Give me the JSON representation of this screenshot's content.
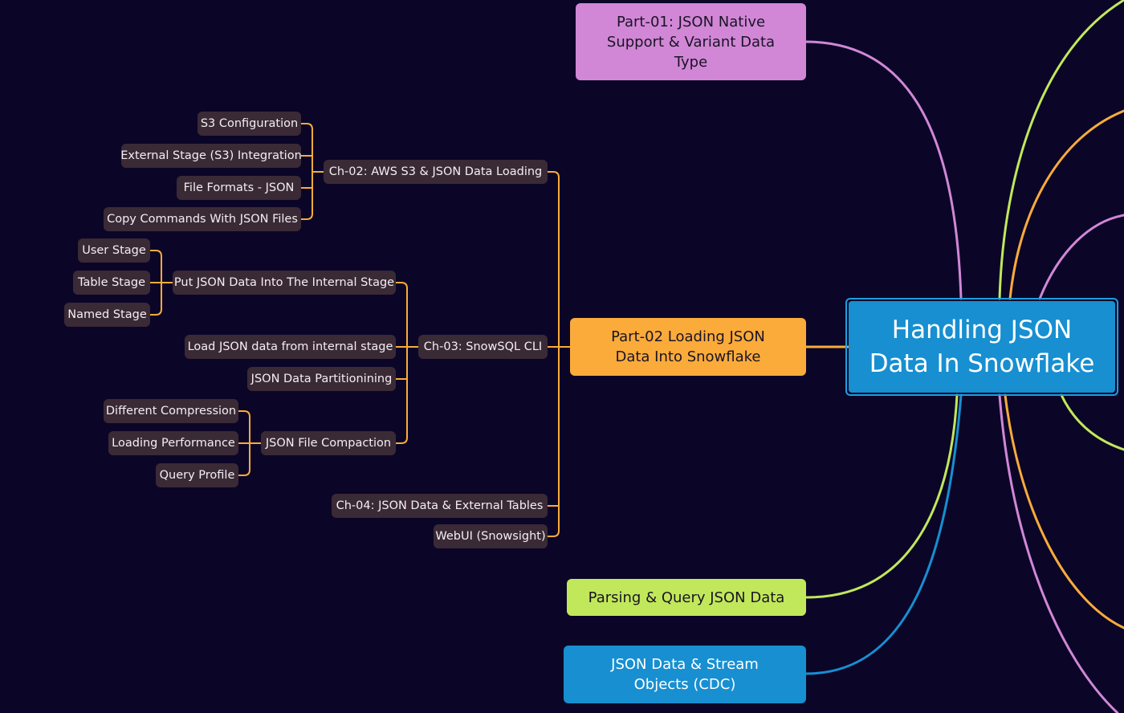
{
  "colors": {
    "background": "#0b0628",
    "pink": "#d187d6",
    "orange": "#fbab3a",
    "lime": "#c1e85a",
    "blue": "#178fd1",
    "leaf_bg": "#3a2a35"
  },
  "root": {
    "label": "Handling JSON\nData In Snowflake"
  },
  "parts": {
    "part01": {
      "label": "Part-01: JSON Native\nSupport & Variant Data\nType"
    },
    "part02": {
      "label": "Part-02 Loading JSON\nData Into Snowflake"
    },
    "parsing": {
      "label": "Parsing & Query JSON Data"
    },
    "stream": {
      "label": "JSON Data & Stream\nObjects (CDC)"
    }
  },
  "ch02": {
    "label": "Ch-02: AWS S3 & JSON Data Loading",
    "items": [
      "S3 Configuration",
      "External Stage (S3) Integration",
      "File Formats - JSON",
      "Copy Commands With JSON Files"
    ]
  },
  "ch03": {
    "label": "Ch-03: SnowSQL CLI",
    "put": {
      "label": "Put JSON Data Into The Internal Stage",
      "items": [
        "User Stage",
        "Table Stage",
        "Named Stage"
      ]
    },
    "load": "Load JSON data from internal stage",
    "partition": "JSON Data Partitionining",
    "compaction": {
      "label": "JSON File Compaction",
      "items": [
        "Different Compression",
        "Loading Performance",
        "Query Profile"
      ]
    }
  },
  "ch04": {
    "label": "Ch-04: JSON Data & External Tables"
  },
  "webui": {
    "label": "WebUI (Snowsight)"
  }
}
